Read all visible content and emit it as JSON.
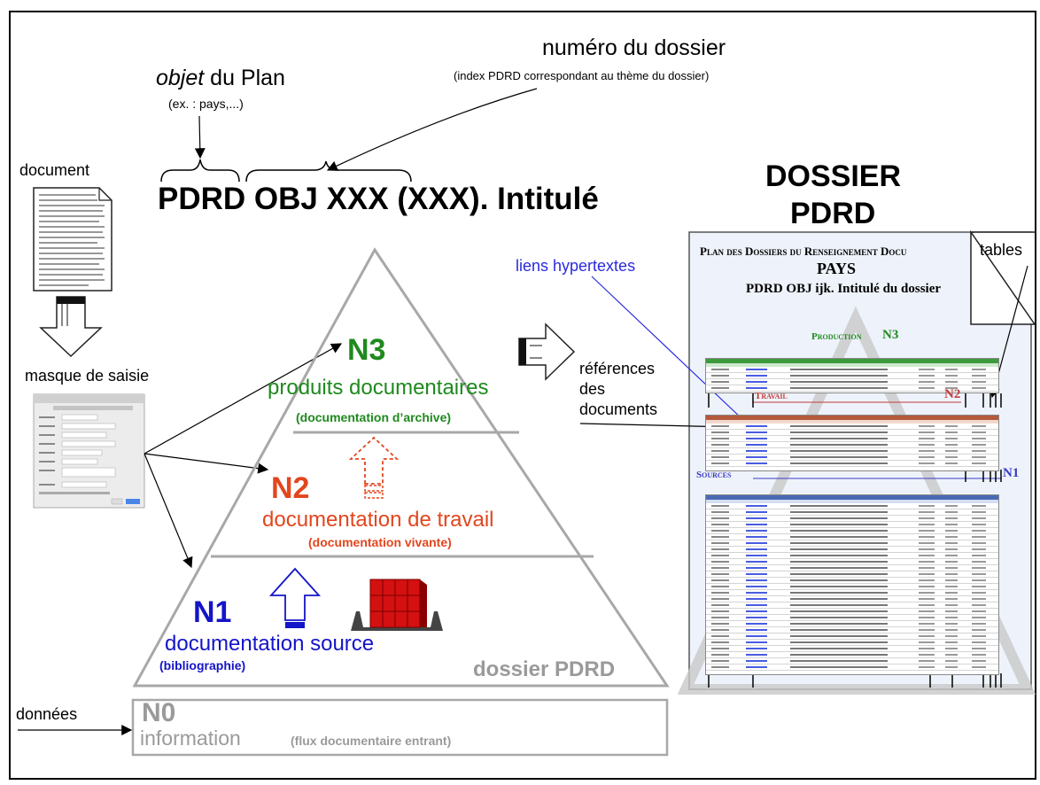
{
  "top": {
    "objet_italic": "objet",
    "objet_rest": " du Plan",
    "objet_example": "(ex. : pays,...)",
    "numero_title": "numéro du dossier",
    "numero_note": "(index PDRD correspondant au thème du dossier)",
    "code_title": "PDRD OBJ XXX (XXX). Intitulé"
  },
  "left": {
    "document_label": "document",
    "masque_label": "masque de saisie",
    "donnees_label": "données"
  },
  "levels": {
    "n3": {
      "code": "N3",
      "name": "produits documentaires",
      "sub": "(documentation d’archive)"
    },
    "n2": {
      "code": "N2",
      "name": "documentation de travail",
      "sub": "(documentation vivante)"
    },
    "n1": {
      "code": "N1",
      "name": "documentation source",
      "sub": "(bibliographie)"
    },
    "n0": {
      "code": "N0",
      "name": "information",
      "sub": "(flux documentaire entrant)"
    },
    "pyramid_label": "dossier PDRD"
  },
  "right": {
    "dossier_title_1": "DOSSIER",
    "dossier_title_2": "PDRD",
    "liens": "liens hypertextes",
    "references_1": "références",
    "references_2": "des",
    "references_3": "documents",
    "tables": "tables",
    "page_header": "Plan des Dossiers du Renseignement Docu",
    "page_pays": "PAYS",
    "page_code": "PDRD OBJ ijk. Intitulé du dossier",
    "sec_production": "Production",
    "sec_production_code": "N3",
    "sec_travail": "Travail",
    "sec_travail_code": "N2",
    "sec_sources": "Sources",
    "sec_sources_code": "N1"
  },
  "colors": {
    "n3": "#1e8a1e",
    "n2": "#e2461e",
    "n1": "#1414c8",
    "gray": "#9a9a9a",
    "link_blue": "#2a2ae0"
  }
}
